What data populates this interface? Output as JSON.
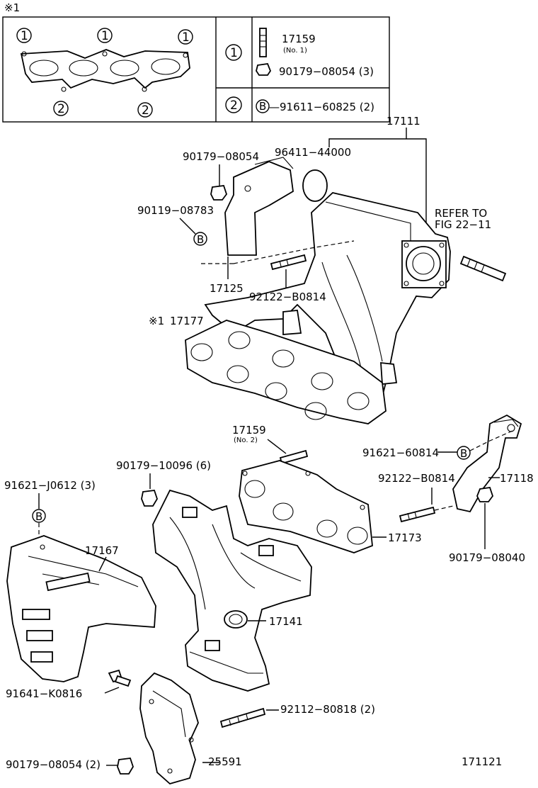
{
  "note_mark": "※1",
  "note_table": {
    "row1_circle": "1",
    "row1_part_a": "17159",
    "row1_part_a_sub": "(No. 1)",
    "row1_part_b": "90179−08054 (3)",
    "row2_circle": "2",
    "row2_b_circle": "B",
    "row2_part": "—91611−60825 (2)",
    "gasket_circles_top": [
      "1",
      "1",
      "1"
    ],
    "gasket_circles_bottom": [
      "2",
      "2"
    ]
  },
  "labels": {
    "p17111": "17111",
    "p96411": "96411−44000",
    "p90179_08054": "90179−08054",
    "p90119": "90119−08783",
    "b_marker": "B",
    "p17125": "17125",
    "p92122_upper": "92122−B0814",
    "refer_line1": "REFER TO",
    "refer_line2": "FIG 22−11",
    "p17177_mark": "※1",
    "p17177": "17177",
    "p17159_no2": "17159",
    "p17159_no2_sub": "(No. 2)",
    "p91621_60814": "91621−60814",
    "p17118": "17118",
    "p90179_10096": "90179−10096 (6)",
    "p91621_j0612": "91621−J0612 (3)",
    "p92122_lower": "92122−B0814",
    "p17167": "17167",
    "p17173": "17173",
    "p90179_08040": "90179−08040",
    "p17141": "17141",
    "p91641": "91641−K0816",
    "p92112": "92112−80818 (2)",
    "p90179_08054_2": "90179−08054 (2)",
    "p25591": "25591",
    "figure_id": "171121"
  }
}
